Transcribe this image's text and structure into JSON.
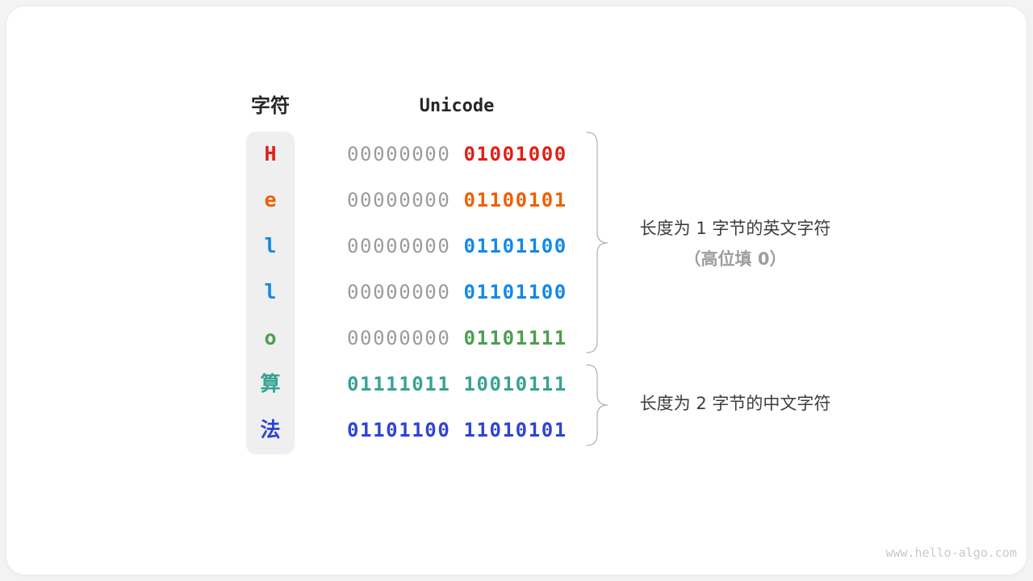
{
  "figure": {
    "headers": {
      "char": "字符",
      "unicode": "Unicode"
    },
    "colors": {
      "padding_bits_gray": "#9b9b9b",
      "brace_gray": "#b5b5b5",
      "red": "#e02018",
      "orange": "#ed6004",
      "blue": "#1389e5",
      "green": "#4d9e50",
      "teal": "#38a295",
      "royal_blue": "#2f43d3"
    },
    "rows": [
      {
        "char": "H",
        "color": "#e02018",
        "prefix": "00000000 ",
        "bits": "01001000"
      },
      {
        "char": "e",
        "color": "#ed6004",
        "prefix": "00000000 ",
        "bits": "01100101"
      },
      {
        "char": "l",
        "color": "#1389e5",
        "prefix": "00000000 ",
        "bits": "01101100"
      },
      {
        "char": "l",
        "color": "#1389e5",
        "prefix": "00000000 ",
        "bits": "01101100"
      },
      {
        "char": "o",
        "color": "#4d9e50",
        "prefix": "00000000 ",
        "bits": "01101111"
      },
      {
        "char": "算",
        "color": "#38a295",
        "prefix": "",
        "bits": "01111011 10010111"
      },
      {
        "char": "法",
        "color": "#2f43d3",
        "prefix": "",
        "bits": "01101100 11010101"
      }
    ],
    "annotations": {
      "one_byte_line1": "长度为 1 字节的英文字符",
      "one_byte_line2": "（高位填 0）",
      "two_byte_line1": "长度为 2 字节的中文字符"
    },
    "watermark": "www.hello-algo.com"
  }
}
